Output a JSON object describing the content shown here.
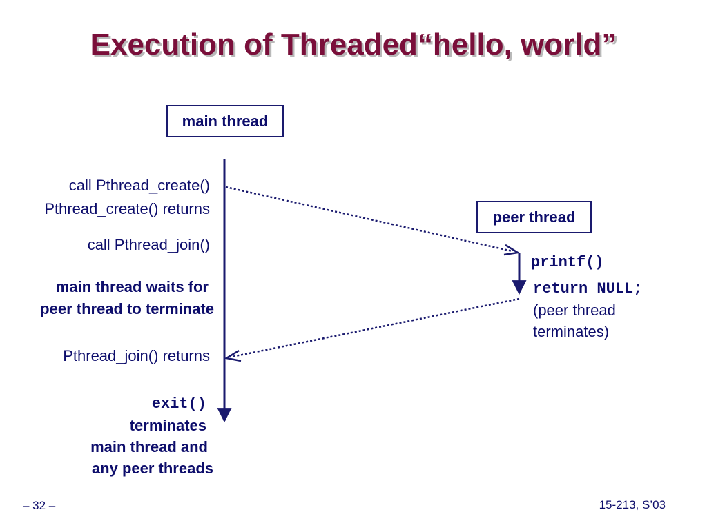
{
  "slide": {
    "title": "Execution of Threaded“hello, world”",
    "main_box": "main thread",
    "peer_box": "peer thread",
    "left_labels": {
      "call_create": "call Pthread_create()",
      "create_returns": "Pthread_create() returns",
      "call_join": "call Pthread_join()",
      "waits_line1": "main thread waits for",
      "waits_line2": "peer  thread to terminate",
      "join_returns": "Pthread_join() returns",
      "exit_call": "exit()",
      "exit_line1": "terminates",
      "exit_line2": "main thread and",
      "exit_line3": "any peer threads"
    },
    "right_labels": {
      "printf": "printf()",
      "return_null": "return NULL;",
      "terminates_line1": "(peer thread",
      "terminates_line2": "terminates)"
    },
    "footer_left": "– 32 –",
    "footer_right": "15-213, S’03"
  },
  "colors": {
    "title": "#7a0f3a",
    "text": "#0d0d6b",
    "lines": "#1a1a6e"
  }
}
